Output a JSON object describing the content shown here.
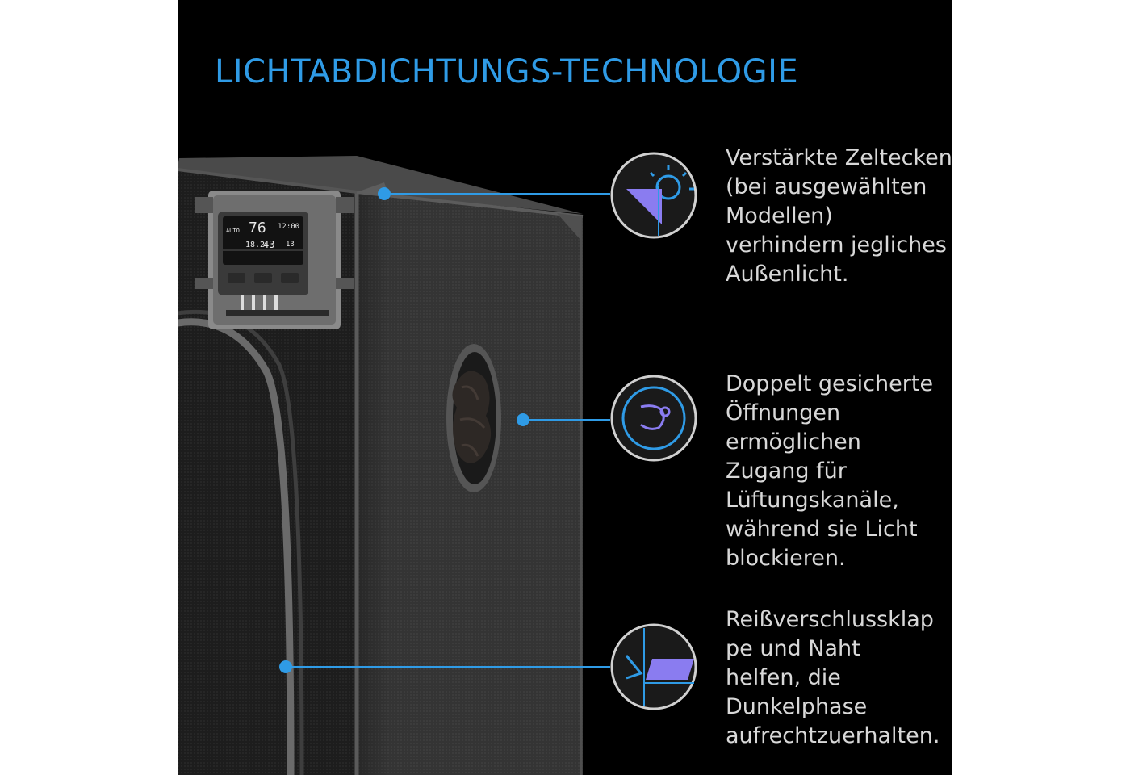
{
  "title": "LICHTABDICHTUNGS-TECHNOLOGIE",
  "features": [
    {
      "icon": "sun-corner-icon",
      "text": "Verstärkte Zeltecken\n(bei ausgewählten\nModellen)\nverhindern jegliches\nAußenlicht."
    },
    {
      "icon": "drawstring-duct-icon",
      "text": "Doppelt gesicherte\nÖffnungen\nermöglichen\nZugang für\nLüftungskanäle,\nwährend sie Licht\nblockieren."
    },
    {
      "icon": "zipper-flap-icon",
      "text": "Reißverschlussklap\npe und Naht\nhelfen, die\nDunkelphase\naufrechtzuerhalten."
    }
  ],
  "controller": {
    "temp": "76",
    "humidity": "43",
    "time": "12:00",
    "value_left": "18.2",
    "value_right": "13",
    "mode": "AUTO"
  },
  "colors": {
    "accent": "#2f9be6",
    "icon_purple": "#8a7cf0",
    "background": "#000000",
    "text": "#d8d8d8"
  }
}
